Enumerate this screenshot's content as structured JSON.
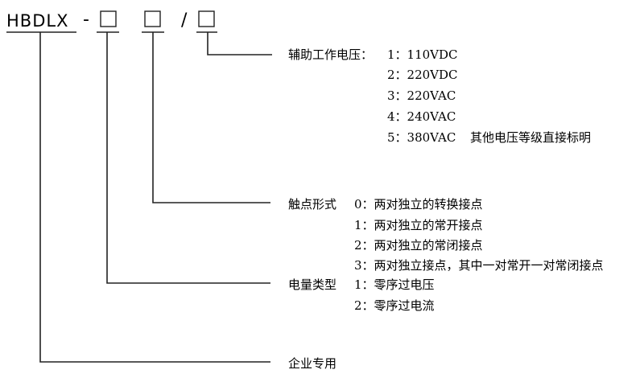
{
  "model": {
    "prefix": "HBDLX",
    "dash": "-",
    "slash": "/"
  },
  "voltage": {
    "title": "辅助工作电压：",
    "options": [
      "1：110VDC",
      "2：220VDC",
      "3：220VAC",
      "4：240VAC",
      "5：380VAC"
    ],
    "note": "其他电压等级直接标明"
  },
  "contact": {
    "title": "触点形式",
    "options": [
      "0：两对独立的转换接点",
      "1：两对独立的常开接点",
      "2：两对独立的常闭接点",
      "3：两对独立接点，其中一对常开一对常闭接点"
    ]
  },
  "quantity": {
    "title": "电量类型",
    "options": [
      "1：零序过电压",
      "2：零序过电流"
    ]
  },
  "enterprise": {
    "title": "企业专用"
  }
}
